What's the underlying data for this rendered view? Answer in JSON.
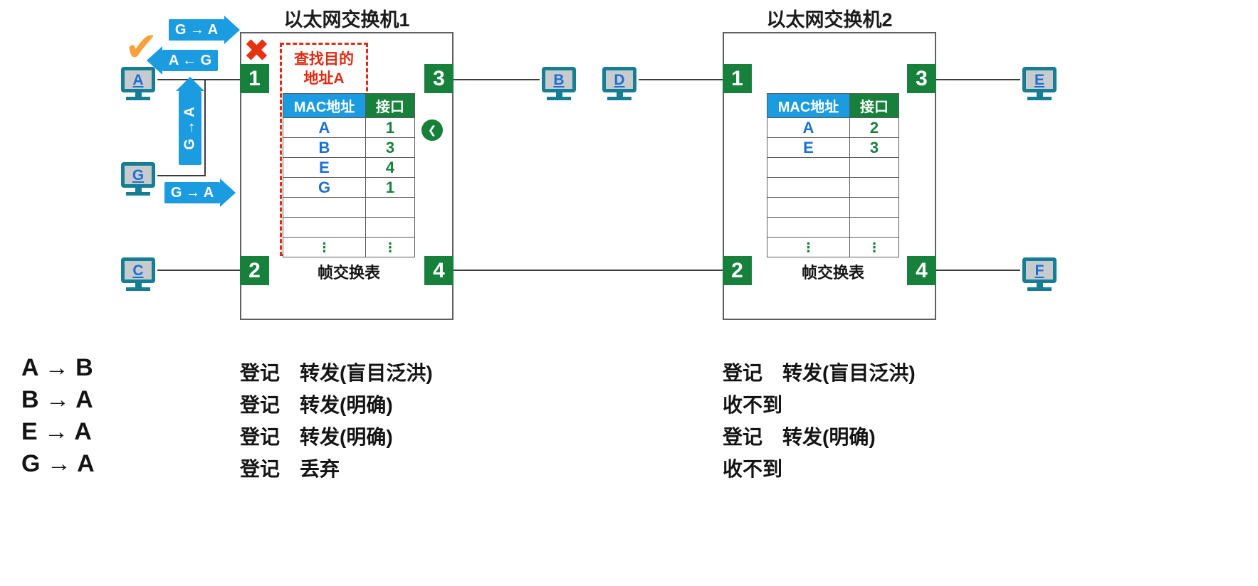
{
  "colors": {
    "port_green": "#17813C",
    "badge_blue": "#1B9BE0",
    "mac_letter_blue": "#1A6FD4",
    "alert_red": "#E02A12",
    "check_orange": "#F7A13C",
    "host_teal": "#157E95"
  },
  "switch1": {
    "title": "以太网交换机1",
    "ports": {
      "p1": "1",
      "p2": "2",
      "p3": "3",
      "p4": "4"
    },
    "lookup_note": {
      "line1": "查找目的",
      "line2": "地址A"
    },
    "table": {
      "header_mac": "MAC地址",
      "header_port": "接口",
      "rows": [
        [
          "A",
          "1"
        ],
        [
          "B",
          "3"
        ],
        [
          "E",
          "4"
        ],
        [
          "G",
          "1"
        ],
        [
          "",
          ""
        ],
        [
          "",
          ""
        ],
        [
          "⋮",
          "⋮"
        ]
      ],
      "caption": "帧交换表"
    }
  },
  "switch2": {
    "title": "以太网交换机2",
    "ports": {
      "p1": "1",
      "p2": "2",
      "p3": "3",
      "p4": "4"
    },
    "table": {
      "header_mac": "MAC地址",
      "header_port": "接口",
      "rows": [
        [
          "A",
          "2"
        ],
        [
          "E",
          "3"
        ],
        [
          "",
          ""
        ],
        [
          "",
          ""
        ],
        [
          "",
          ""
        ],
        [
          "",
          ""
        ],
        [
          "⋮",
          "⋮"
        ]
      ],
      "caption": "帧交换表"
    }
  },
  "hosts": {
    "a": "A",
    "g": "G",
    "c": "C",
    "b": "B",
    "d": "D",
    "e": "E",
    "f": "F"
  },
  "badges": {
    "g_to_a_top": "G → A",
    "a_from_g_reply": "A ← G",
    "g_to_a_vertical": "G → A",
    "g_to_a_from_g": "G → A"
  },
  "marks": {
    "check": "✔",
    "cross": "✖"
  },
  "icons": {
    "back": "❮"
  },
  "legend": {
    "rows": [
      {
        "flow": "A → B",
        "sw1": "登记　转发(盲目泛洪)",
        "sw2": "登记　转发(盲目泛洪)"
      },
      {
        "flow": "B → A",
        "sw1": "登记　转发(明确)",
        "sw2": "收不到"
      },
      {
        "flow": "E → A",
        "sw1": "登记　转发(明确)",
        "sw2": "登记　转发(明确)"
      },
      {
        "flow": "G → A",
        "sw1": "登记　丢弃",
        "sw2": "收不到"
      }
    ]
  }
}
